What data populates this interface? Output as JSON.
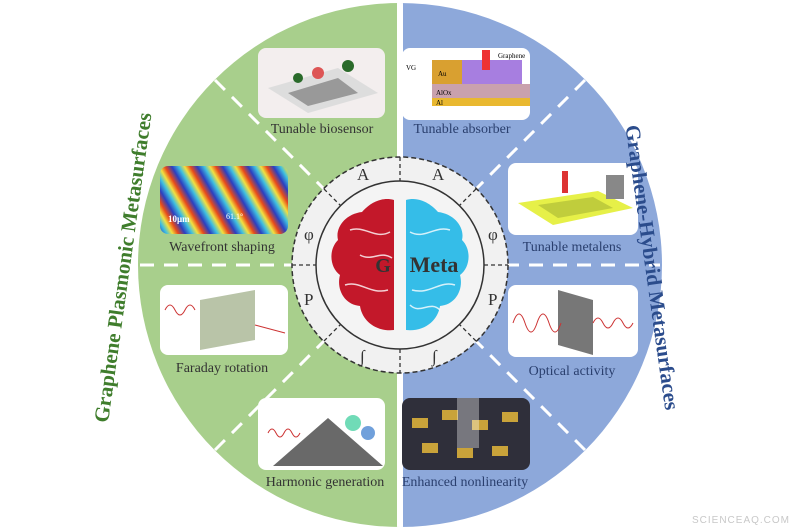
{
  "center": {
    "left_letter": "G",
    "right_word": "Meta",
    "ring_symbols_left": [
      "A",
      "φ",
      "P",
      "∫"
    ],
    "ring_symbols_right": [
      "A",
      "φ",
      "P",
      "∫"
    ]
  },
  "side_titles": {
    "left": "Graphene Plasmonic Metasurfaces",
    "right": "Graphene-Hybrid Metasurfaces"
  },
  "panels": {
    "biosensor": "Tunable biosensor",
    "absorber": "Tunable absorber",
    "wavefront": "Wavefront shaping",
    "metalens": "Tunable metalens",
    "faraday": "Faraday rotation",
    "optical": "Optical activity",
    "harmonic": "Harmonic generation",
    "nonlinear": "Enhanced nonlinearity"
  },
  "absorber_labels": {
    "graphene": "Graphene",
    "au": "Au",
    "alox": "AlOx",
    "al": "Al",
    "vg": "VG"
  },
  "wavefront_labels": {
    "scale": "10μm",
    "angle": "61.1°"
  },
  "colors": {
    "left": "#a8cf8c",
    "right": "#8da8da",
    "left_title": "#3f7d2c",
    "right_title": "#2b4c8c",
    "brain_left": "#c3182a",
    "brain_right": "#35bde8"
  },
  "watermark": "SCIENCEAQ.COM"
}
